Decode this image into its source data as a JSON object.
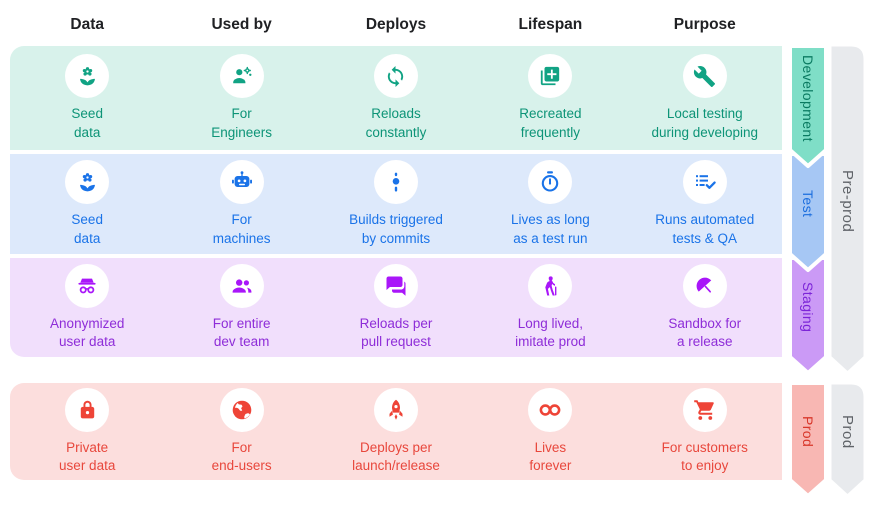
{
  "header": {
    "columns": [
      "Data",
      "Used by",
      "Deploys",
      "Lifespan",
      "Purpose"
    ]
  },
  "colors": {
    "header_text": "#202124",
    "phase_ribbon_fill": "#e8eaed",
    "phase_ribbon_text": "#5f6368"
  },
  "rows": [
    {
      "stage_label": "Development",
      "colors": {
        "bg": "#d8f2eb",
        "icon": "#11a384",
        "text": "#0d9477",
        "ribbon_fill": "#7fdec7",
        "ribbon_text": "#0a7a61"
      },
      "cells": [
        {
          "icon": "seed-icon",
          "label": "Seed\ndata"
        },
        {
          "icon": "engineer-icon",
          "label": "For\nEngineers"
        },
        {
          "icon": "sync-icon",
          "label": "Reloads\nconstantly"
        },
        {
          "icon": "duplicate-add-icon",
          "label": "Recreated\nfrequently"
        },
        {
          "icon": "wrench-icon",
          "label": "Local testing\nduring developing"
        }
      ]
    },
    {
      "stage_label": "Test",
      "colors": {
        "bg": "#dde9fb",
        "icon": "#1a73e8",
        "text": "#1a73e8",
        "ribbon_fill": "#a6c7f4",
        "ribbon_text": "#1a6dde"
      },
      "cells": [
        {
          "icon": "seed-icon",
          "label": "Seed\ndata"
        },
        {
          "icon": "robot-icon",
          "label": "For\nmachines"
        },
        {
          "icon": "commit-icon",
          "label": "Builds triggered\nby commits"
        },
        {
          "icon": "timer-icon",
          "label": "Lives as long\nas a test run"
        },
        {
          "icon": "checklist-icon",
          "label": "Runs automated\ntests & QA"
        }
      ]
    },
    {
      "stage_label": "Staging",
      "colors": {
        "bg": "#f1dffc",
        "icon": "#a916f9",
        "text": "#8e2dd8",
        "ribbon_fill": "#cb9af6",
        "ribbon_text": "#7c24d8"
      },
      "cells": [
        {
          "icon": "incognito-icon",
          "label": "Anonymized\nuser data"
        },
        {
          "icon": "team-icon",
          "label": "For entire\ndev team"
        },
        {
          "icon": "chat-icon",
          "label": "Reloads per\npull request"
        },
        {
          "icon": "elderly-icon",
          "label": "Long lived,\nimitate prod"
        },
        {
          "icon": "umbrella-icon",
          "label": "Sandbox for\na release"
        }
      ]
    },
    {
      "stage_label": "Prod",
      "colors": {
        "bg": "#fcdedd",
        "icon": "#ee4437",
        "text": "#e8473c",
        "ribbon_fill": "#f8b7b3",
        "ribbon_text": "#d8362a"
      },
      "cells": [
        {
          "icon": "lock-icon",
          "label": "Private\nuser data"
        },
        {
          "icon": "globe-icon",
          "label": "For\nend-users"
        },
        {
          "icon": "rocket-icon",
          "label": "Deploys per\nlaunch/release"
        },
        {
          "icon": "infinity-icon",
          "label": "Lives\nforever"
        },
        {
          "icon": "cart-icon",
          "label": "For customers\nto enjoy"
        }
      ]
    }
  ],
  "phases": [
    {
      "label": "Pre-prod"
    },
    {
      "label": "Prod"
    }
  ]
}
